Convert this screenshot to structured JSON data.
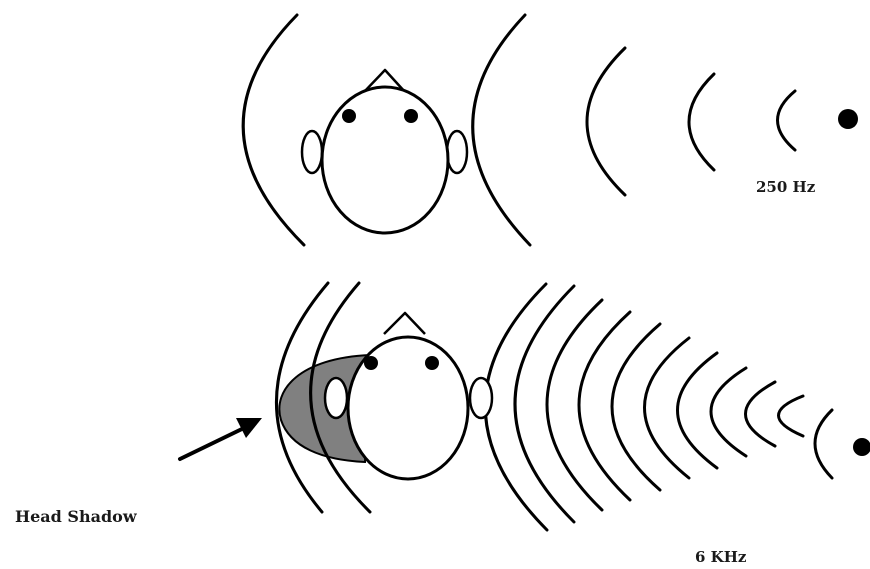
{
  "labels": {
    "low_freq": "250 Hz",
    "high_freq": "6 KHz",
    "shadow": "Head Shadow"
  },
  "colors": {
    "ink": "#000000",
    "shadow_fill": "#808080",
    "background": "#ffffff"
  },
  "icons": [
    "head-icon",
    "ear-icon",
    "eye-icon",
    "nose-icon",
    "sound-source-icon",
    "sound-wave-arc",
    "arrow-icon"
  ]
}
